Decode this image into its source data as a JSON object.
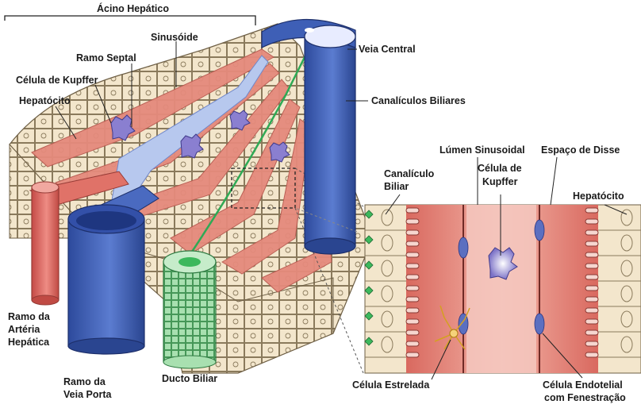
{
  "diagram": {
    "labels": {
      "acino": "Ácino Hepático",
      "sinusoide": "Sinusóide",
      "ramo_septal": "Ramo Septal",
      "celula_kupffer": "Célula de Kupffer",
      "hepatocito_left": "Hepatócito",
      "veia_central": "Veia Central",
      "canaliculos_biliares": "Canalículos Biliares",
      "lumen_sinusoidal": "Lúmen Sinusoidal",
      "espaco_disse": "Espaço de Disse",
      "canaliculo_biliar_l1": "Canalículo",
      "canaliculo_biliar_l2": "Biliar",
      "celula_de_kupffer_l1": "Célula de",
      "celula_de_kupffer_l2": "Kupffer",
      "hepatocito_right": "Hepatócito",
      "ramo_arteria_l1": "Ramo da",
      "ramo_arteria_l2": "Artéria",
      "ramo_arteria_l3": "Hepática",
      "ramo_veia_porta_l1": "Ramo da",
      "ramo_veia_porta_l2": "Veia Porta",
      "ducto_biliar": "Ducto Biliar",
      "celula_estrelada": "Célula Estrelada",
      "celula_endotelial_l1": "Célula Endotelial",
      "celula_endotelial_l2": "com Fenestração"
    },
    "colors": {
      "hepatocyte": "#f3e6cc",
      "hepatocyte_edge": "#8a7a5c",
      "sinusoid": "#e58a7c",
      "vein": "#3e5fb6",
      "artery": "#d9605a",
      "bile_duct": "#3cb85c",
      "kupffer": "#8a7fd0",
      "line": "#222222"
    }
  }
}
